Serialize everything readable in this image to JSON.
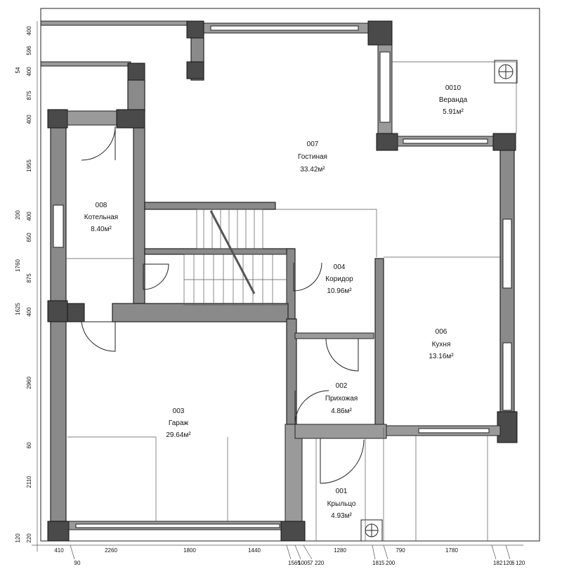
{
  "rooms": [
    {
      "id": "r007",
      "number": "007",
      "name": "Гостиная",
      "area": "33.42м²"
    },
    {
      "id": "r0010",
      "number": "0010",
      "name": "Веранда",
      "area": "5.91м²"
    },
    {
      "id": "r008",
      "number": "008",
      "name": "Котельная",
      "area": "8.40м²"
    },
    {
      "id": "r004",
      "number": "004",
      "name": "Коридор",
      "area": "10.96м²"
    },
    {
      "id": "r006",
      "number": "006",
      "name": "Кухня",
      "area": "13.16м²"
    },
    {
      "id": "r002",
      "number": "002",
      "name": "Прихожая",
      "area": "4.86м²"
    },
    {
      "id": "r003",
      "number": "003",
      "name": "Гараж",
      "area": "29.64м²"
    },
    {
      "id": "r001",
      "number": "001",
      "name": "Крыльцо",
      "area": "4.93м²"
    }
  ],
  "dims_left": [
    "400",
    "596",
    "54",
    "400",
    "875",
    "400",
    "1955",
    "200",
    "400",
    "650",
    "1760",
    "875",
    "1625",
    "400",
    "2960",
    "60",
    "2110",
    "120",
    "220"
  ],
  "dims_bottom": [
    "410",
    "2260",
    "1800",
    "1440",
    "1280",
    "790",
    "1780",
    "90",
    "1565",
    "1005",
    "7",
    "220",
    "181",
    "5",
    "200",
    "182",
    "120",
    "6",
    "120"
  ]
}
